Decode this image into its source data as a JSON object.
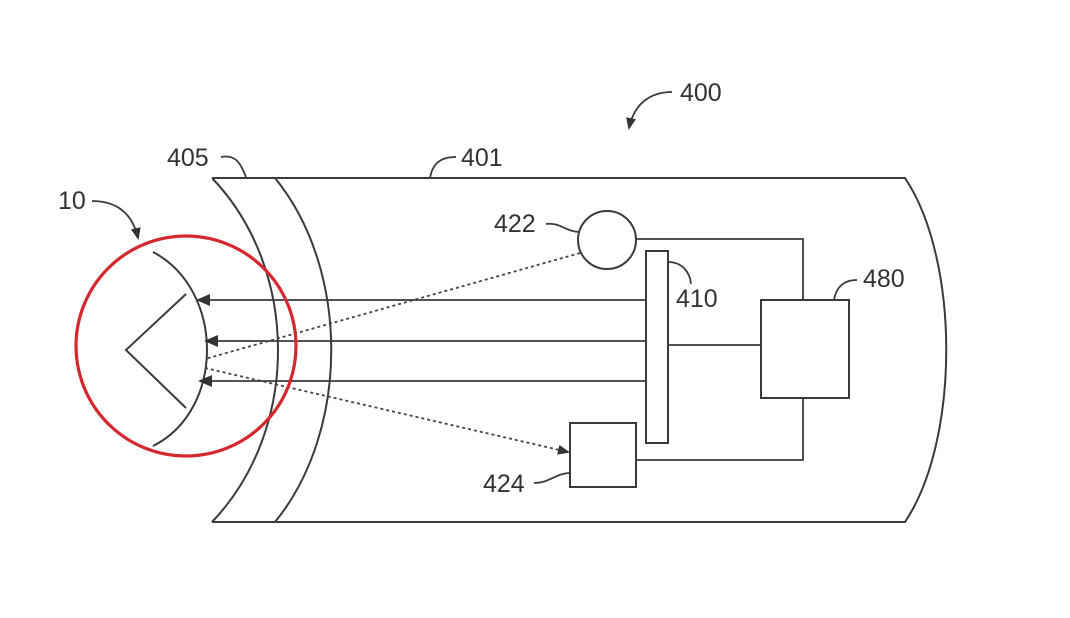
{
  "colors": {
    "line": "#3a3a3a",
    "highlight": "#d4282e"
  },
  "labels": {
    "figure": "400",
    "housing": "401",
    "cornea_layer": "405",
    "eye": "10",
    "emitter": "422",
    "element": "410",
    "detector": "424",
    "controller": "480"
  }
}
